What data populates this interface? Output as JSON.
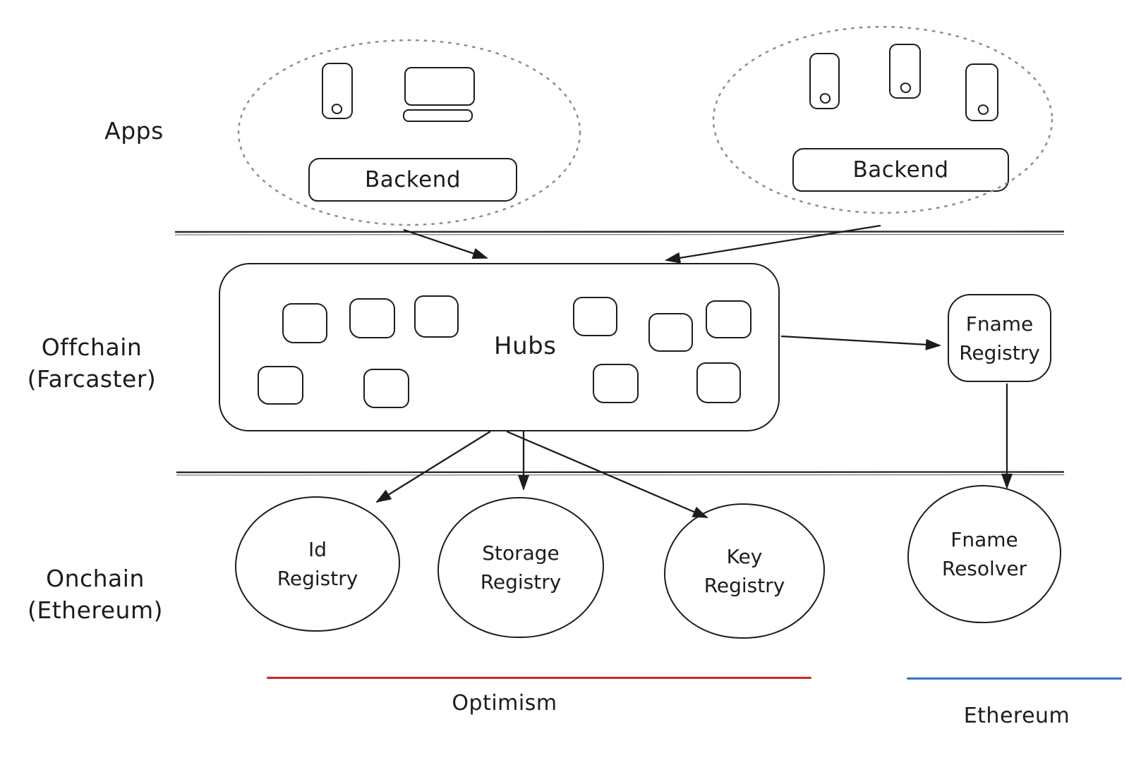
{
  "sections": {
    "apps": "Apps",
    "offchain": {
      "line1": "Offchain",
      "line2": "(Farcaster)"
    },
    "onchain": {
      "line1": "Onchain",
      "line2": "(Ethereum)"
    }
  },
  "apps_layer": {
    "left_cluster": {
      "backend": "Backend",
      "device_icons": [
        "phone-icon",
        "monitor-icon"
      ]
    },
    "right_cluster": {
      "backend": "Backend",
      "device_icons": [
        "phone-icon",
        "phone-icon",
        "phone-icon"
      ]
    }
  },
  "offchain_layer": {
    "hubs": {
      "label": "Hubs",
      "peer_square_count": 10
    },
    "fname_registry": {
      "line1": "Fname",
      "line2": "Registry"
    }
  },
  "onchain_layer": {
    "id_registry": {
      "line1": "Id",
      "line2": "Registry"
    },
    "storage_registry": {
      "line1": "Storage",
      "line2": "Registry"
    },
    "key_registry": {
      "line1": "Key",
      "line2": "Registry"
    },
    "fname_resolver": {
      "line1": "Fname",
      "line2": "Resolver"
    }
  },
  "chains": {
    "optimism": {
      "label": "Optimism",
      "underline_color": "#c9281d"
    },
    "ethereum": {
      "label": "Ethereum",
      "underline_color": "#3273c5"
    }
  },
  "colors": {
    "ink": "#1c1c1c",
    "dotted_outline": "#8f8f8f"
  }
}
